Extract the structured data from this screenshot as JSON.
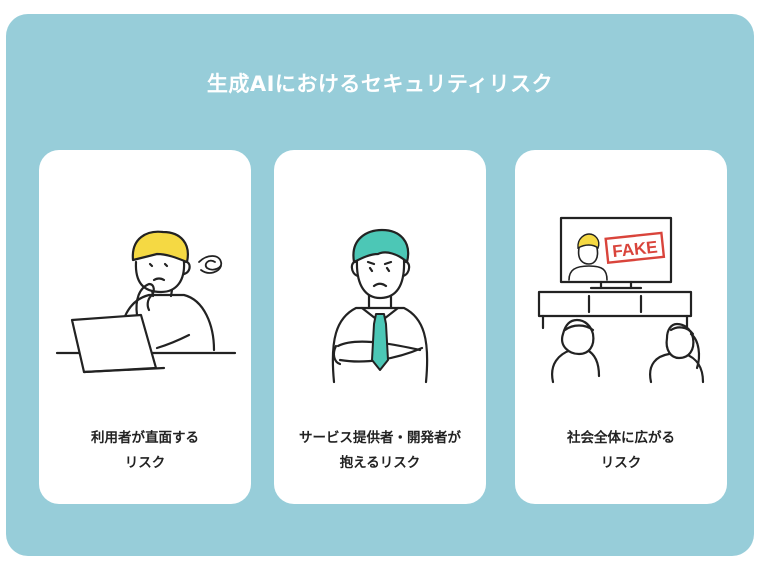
{
  "title": "生成AIにおけるセキュリティリスク",
  "cards": [
    {
      "line1": "利用者が直面する",
      "line2": "リスク",
      "icon": "user-at-laptop-icon"
    },
    {
      "line1": "サービス提供者・開発者が",
      "line2": "抱えるリスク",
      "icon": "worried-provider-icon"
    },
    {
      "line1": "社会全体に広がる",
      "line2": "リスク",
      "icon": "fake-news-tv-icon"
    }
  ],
  "tv_stamp": "FAKE",
  "colors": {
    "panel": "#97cdd9",
    "card": "#ffffff",
    "accent_yellow": "#f5d943",
    "accent_teal": "#4cc7b6",
    "stamp_red": "#d9443b",
    "line": "#222222"
  }
}
